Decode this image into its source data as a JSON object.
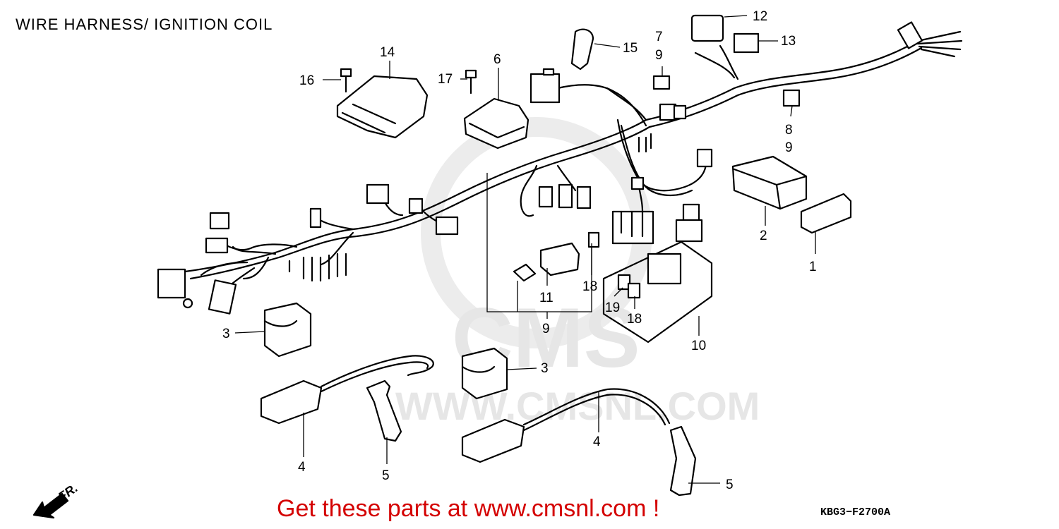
{
  "title": "WIRE HARNESS/ IGNITION COIL",
  "promo": "Get these parts at www.cmsnl.com !",
  "diagram_code": "KBG3−F2700A",
  "front_marker": "FR.",
  "watermark": {
    "brand": "CMS",
    "url": "WWW.CMSNL.COM"
  },
  "callouts": {
    "p1": "1",
    "p2": "2",
    "p3a": "3",
    "p3b": "3",
    "p4a": "4",
    "p4b": "4",
    "p5a": "5",
    "p5b": "5",
    "p6": "6",
    "p7": "7",
    "p7_9": "9",
    "p8": "8",
    "p8_9": "9",
    "p9": "9",
    "p10": "10",
    "p11": "11",
    "p12": "12",
    "p13": "13",
    "p14": "14",
    "p15": "15",
    "p16": "16",
    "p17": "17",
    "p18a": "18",
    "p18b": "18",
    "p19": "19"
  }
}
